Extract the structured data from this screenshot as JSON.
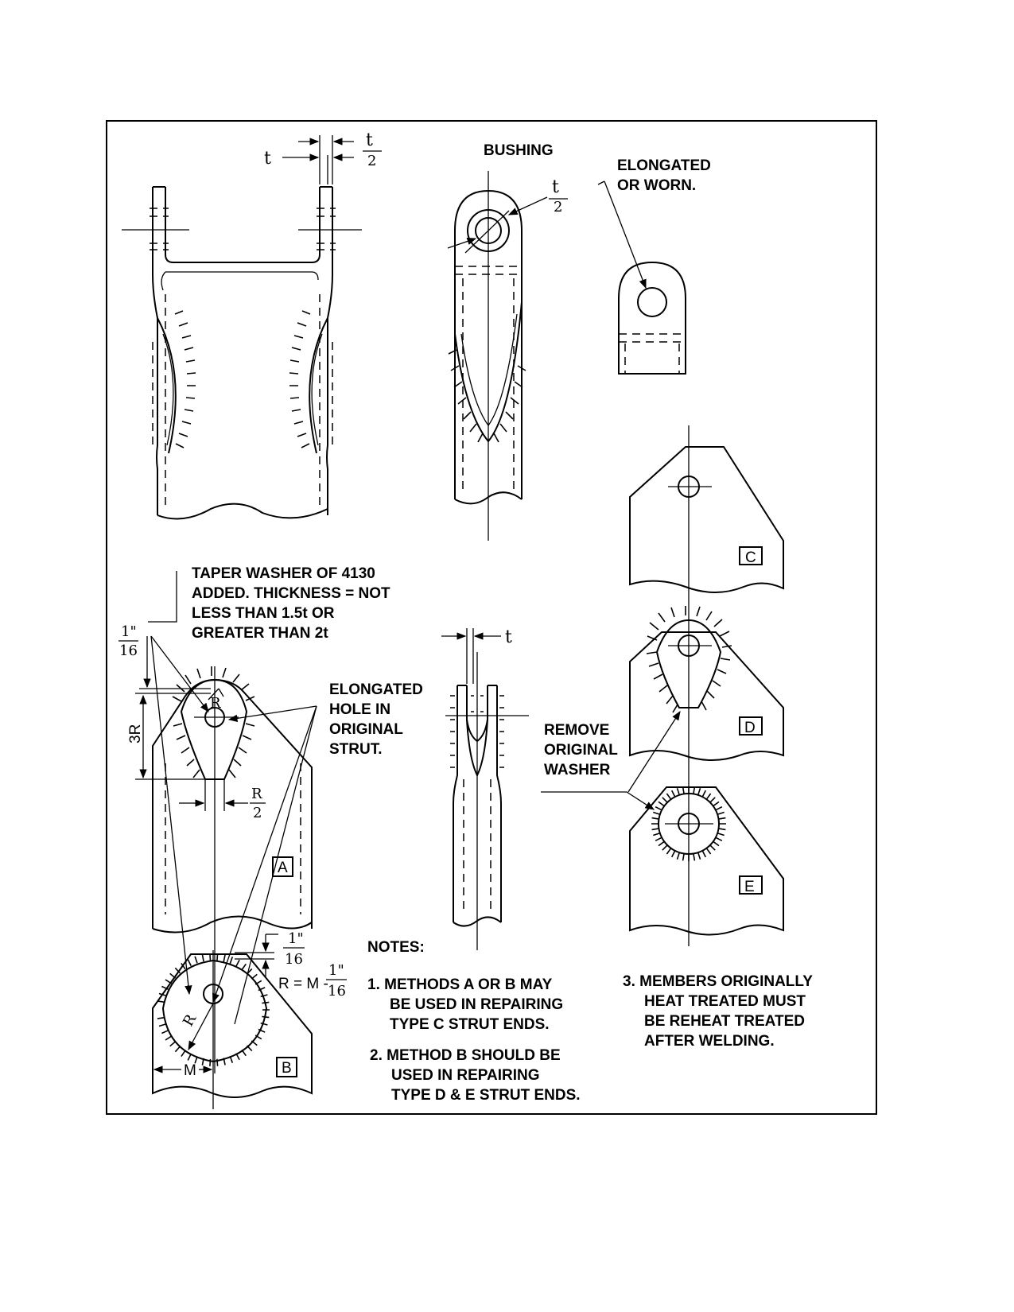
{
  "labels": {
    "bushing": "BUSHING",
    "elongated_worn_1": "ELONGATED",
    "elongated_worn_2": "OR WORN.",
    "taper_1": "TAPER WASHER OF  4130",
    "taper_2": "ADDED.  THICKNESS = NOT",
    "taper_3": "LESS THAN 1.5t OR",
    "taper_4": "GREATER THAN 2t",
    "hole_1": "ELONGATED",
    "hole_2": "HOLE IN",
    "hole_3": "ORIGINAL",
    "hole_4": "STRUT.",
    "remove_1": "REMOVE",
    "remove_2": "ORIGINAL",
    "remove_3": "WASHER"
  },
  "dims": {
    "t": "t",
    "t_num": "t",
    "t_den": "2",
    "one": "1\"",
    "sixteen": "16",
    "three_r": "3R",
    "r": "R",
    "r_num": "R",
    "r_den": "2",
    "m": "M",
    "r_eq": "R = M -",
    "r_eq_num": "1\"",
    "r_eq_den": "16"
  },
  "boxes": [
    "A",
    "B",
    "C",
    "D",
    "E"
  ],
  "notes": {
    "heading": "NOTES:",
    "n1": [
      "1.  METHODS A OR B MAY",
      "BE USED IN REPAIRING",
      "TYPE C STRUT ENDS."
    ],
    "n2": [
      "2.  METHOD B SHOULD BE",
      "USED IN REPAIRING",
      "TYPE D & E STRUT ENDS."
    ],
    "n3": [
      "3.  MEMBERS ORIGINALLY",
      "HEAT TREATED MUST",
      "BE REHEAT TREATED",
      "AFTER WELDING."
    ]
  }
}
